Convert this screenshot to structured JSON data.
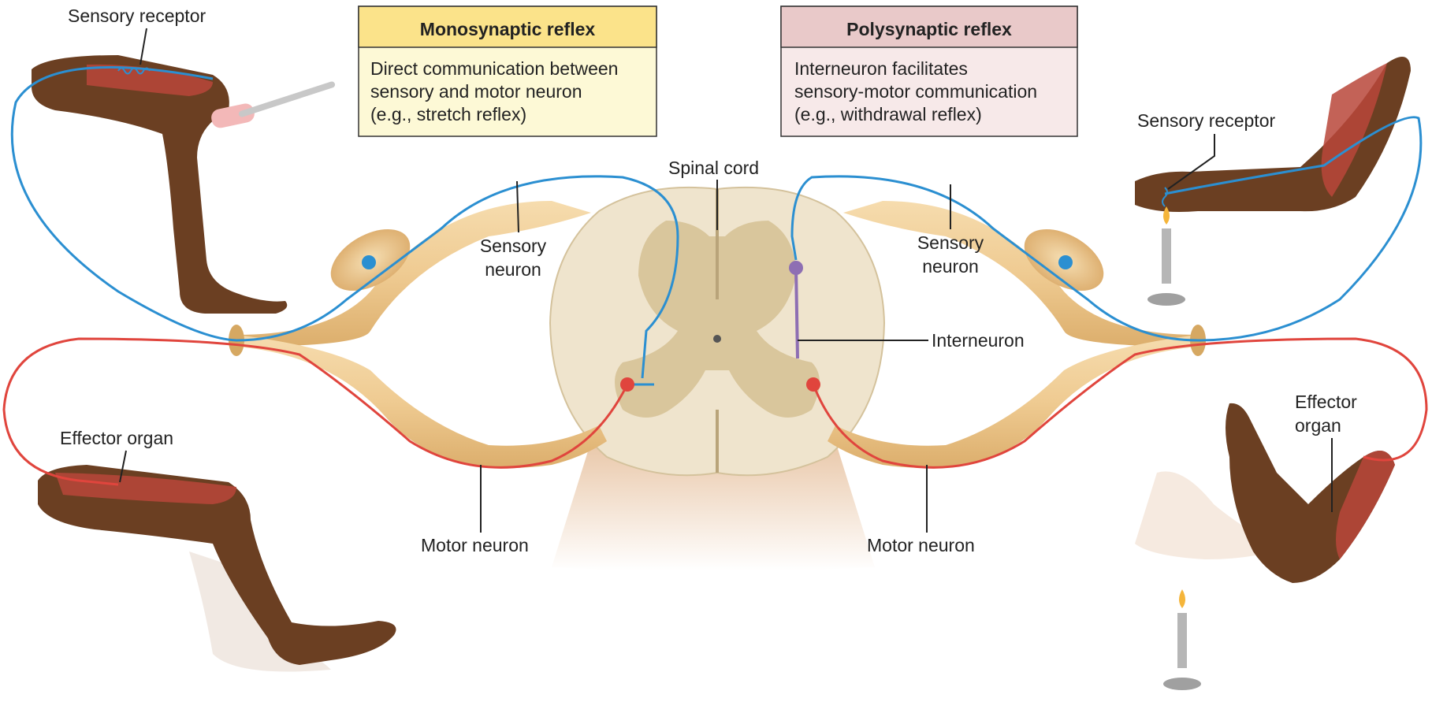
{
  "boxes": {
    "mono": {
      "title": "Monosynaptic reflex",
      "lines": [
        "Direct communication between",
        "sensory and motor neuron",
        "(e.g., stretch reflex)"
      ],
      "header_color": "#fbe38a",
      "body_color": "#fdf9d6"
    },
    "poly": {
      "title": "Polysynaptic reflex",
      "lines": [
        "Interneuron facilitates",
        "sensory-motor communication",
        "(e.g., withdrawal reflex)"
      ],
      "header_color": "#e9c9c9",
      "body_color": "#f7e9e9"
    }
  },
  "labels": {
    "sensory_receptor_left": "Sensory receptor",
    "sensory_receptor_right": "Sensory receptor",
    "spinal_cord": "Spinal cord",
    "sensory_neuron_left_1": "Sensory",
    "sensory_neuron_left_2": "neuron",
    "sensory_neuron_right_1": "Sensory",
    "sensory_neuron_right_2": "neuron",
    "interneuron": "Interneuron",
    "effector_organ_left": "Effector organ",
    "effector_organ_right_1": "Effector",
    "effector_organ_right_2": "organ",
    "motor_neuron_left": "Motor neuron",
    "motor_neuron_right": "Motor neuron"
  },
  "colors": {
    "sensory_neuron": "#2b8fd1",
    "motor_neuron": "#e0453d",
    "interneuron": "#8e6fb3",
    "nerve": "#f1cf9a",
    "spinal_gray_matter": "#d9c69c",
    "spinal_white_matter": "#efe4cd",
    "skin": "#6b3f22",
    "muscle": "#b8473a"
  }
}
